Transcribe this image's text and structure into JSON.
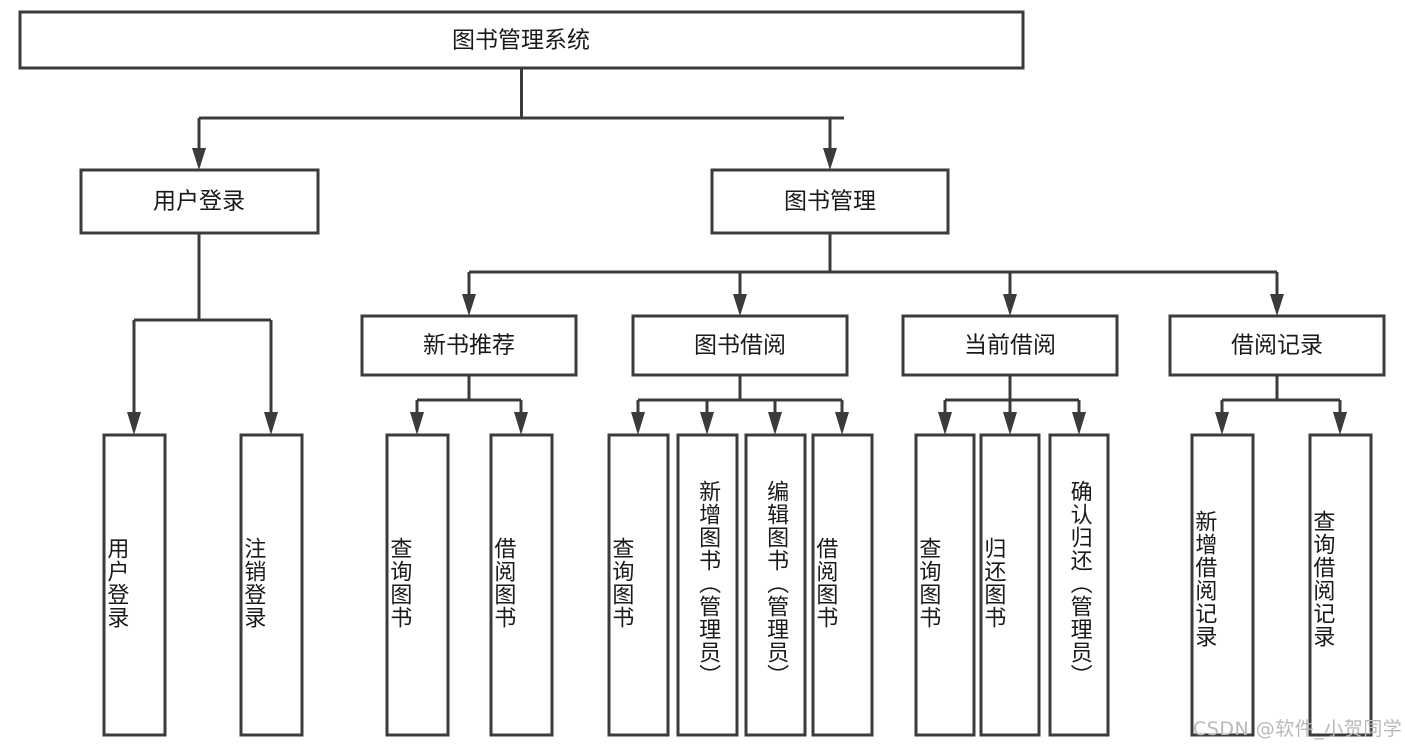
{
  "chart_data": {
    "type": "diagram",
    "title": "图书管理系统",
    "diagram_kind": "tree-hierarchy",
    "orientation": "top-down",
    "levels": 4,
    "node_count": 18,
    "nodes": {
      "root": {
        "label": "图书管理系统",
        "level": 0
      },
      "l1": [
        {
          "label": "用户登录",
          "level": 1
        },
        {
          "label": "图书管理",
          "level": 1
        }
      ],
      "l2": [
        {
          "label": "新书推荐",
          "level": 2
        },
        {
          "label": "图书借阅",
          "level": 2
        },
        {
          "label": "当前借阅",
          "level": 2
        },
        {
          "label": "借阅记录",
          "level": 2
        }
      ],
      "leaves_user_login": [
        {
          "label": "用户登录",
          "level": 2
        },
        {
          "label": "注销登录",
          "level": 2
        }
      ],
      "leaves_new_books": [
        {
          "label": "查询图书",
          "level": 3
        },
        {
          "label": "借阅图书",
          "level": 3
        }
      ],
      "leaves_borrow": [
        {
          "label": "查询图书",
          "level": 3
        },
        {
          "label": "新增图书（管理员）",
          "level": 3
        },
        {
          "label": "编辑图书（管理员）",
          "level": 3
        },
        {
          "label": "借阅图书",
          "level": 3
        }
      ],
      "leaves_current": [
        {
          "label": "查询图书",
          "level": 3
        },
        {
          "label": "归还图书",
          "level": 3
        },
        {
          "label": "确认归还（管理员）",
          "level": 3
        }
      ],
      "leaves_records": [
        {
          "label": "新增借阅记录",
          "level": 3
        },
        {
          "label": "查询借阅记录",
          "level": 3
        }
      ]
    },
    "edges": [
      {
        "from": "图书管理系统",
        "to": "用户登录"
      },
      {
        "from": "图书管理系统",
        "to": "图书管理"
      },
      {
        "from": "用户登录",
        "to": "用户登录"
      },
      {
        "from": "用户登录",
        "to": "注销登录"
      },
      {
        "from": "图书管理",
        "to": "新书推荐"
      },
      {
        "from": "图书管理",
        "to": "图书借阅"
      },
      {
        "from": "图书管理",
        "to": "当前借阅"
      },
      {
        "from": "图书管理",
        "to": "借阅记录"
      },
      {
        "from": "新书推荐",
        "to": "查询图书"
      },
      {
        "from": "新书推荐",
        "to": "借阅图书"
      },
      {
        "from": "图书借阅",
        "to": "查询图书"
      },
      {
        "from": "图书借阅",
        "to": "新增图书（管理员）"
      },
      {
        "from": "图书借阅",
        "to": "编辑图书（管理员）"
      },
      {
        "from": "图书借阅",
        "to": "借阅图书"
      },
      {
        "from": "当前借阅",
        "to": "查询图书"
      },
      {
        "from": "当前借阅",
        "to": "归还图书"
      },
      {
        "from": "当前借阅",
        "to": "确认归还（管理员）"
      },
      {
        "from": "借阅记录",
        "to": "新增借阅记录"
      },
      {
        "from": "借阅记录",
        "to": "查询借阅记录"
      }
    ],
    "colors": {
      "stroke": "#3b3b3b",
      "fill": "#ffffff",
      "text": "#1a1a1a",
      "watermark": "#b9b9b9",
      "background": "#ffffff"
    }
  },
  "root": {
    "label": "图书管理系统"
  },
  "level1": {
    "user_login": "用户登录",
    "book_manage": "图书管理"
  },
  "level2": {
    "new_book_rec": "新书推荐",
    "book_borrow": "图书借阅",
    "current_borrow": "当前借阅",
    "borrow_record": "借阅记录"
  },
  "leaves": {
    "user_login_1": "用户登录",
    "user_login_2": "注销登录",
    "new_book_1": "查询图书",
    "new_book_2": "借阅图书",
    "borrow_1": "查询图书",
    "borrow_2": "新增图书（管理员）",
    "borrow_3": "编辑图书（管理员）",
    "borrow_4": "借阅图书",
    "current_1": "查询图书",
    "current_2": "归还图书",
    "current_3": "确认归还（管理员）",
    "record_1": "新增借阅记录",
    "record_2": "查询借阅记录"
  },
  "watermark": {
    "text": "CSDN @软件_小贺同学"
  }
}
